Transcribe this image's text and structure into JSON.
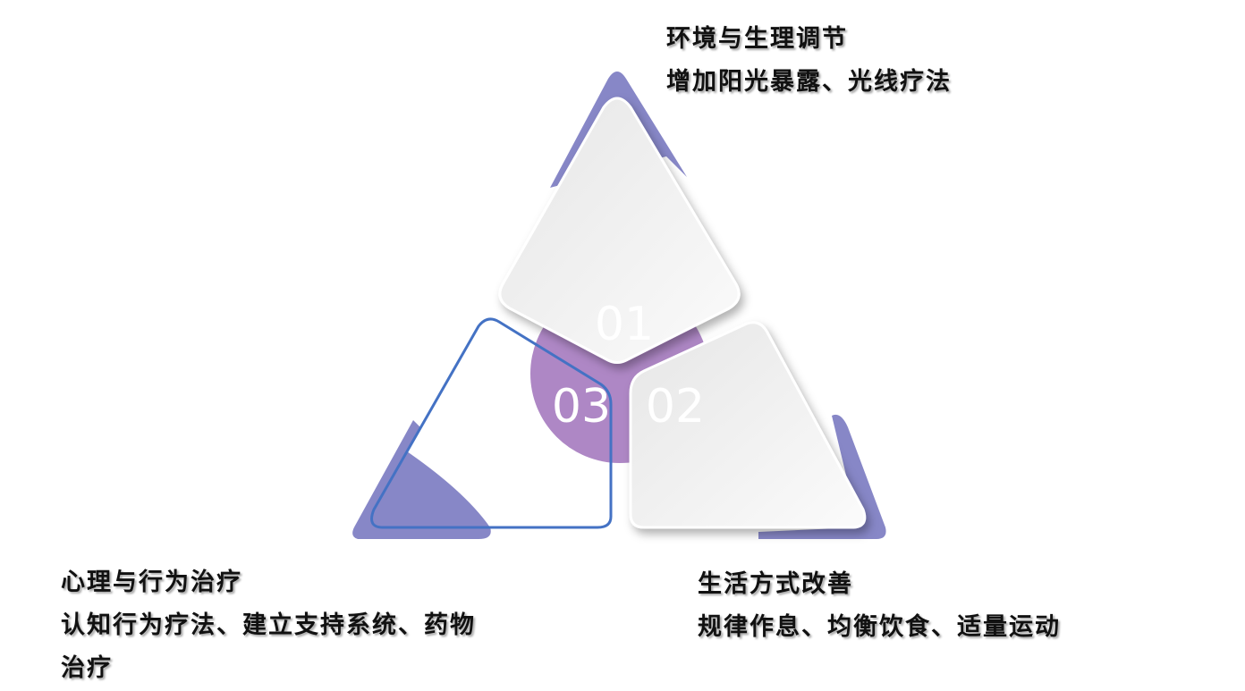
{
  "colors": {
    "accent_purple": "#8787c7",
    "circle": "#ae87c5",
    "outline_blue": "#4472c4"
  },
  "segments": [
    {
      "number": "01",
      "title": "环境与生理调节",
      "detail": "增加阳光暴露、光线疗法"
    },
    {
      "number": "02",
      "title": "生活方式改善",
      "detail": "规律作息、均衡饮食、适量运动"
    },
    {
      "number": "03",
      "title": "心理与行为治疗",
      "detail_line1": "认知行为疗法、建立支持系统、药物",
      "detail_line2": "治疗"
    }
  ]
}
